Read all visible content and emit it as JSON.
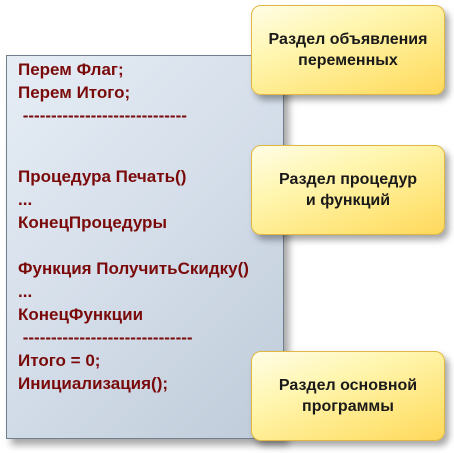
{
  "code": {
    "lines": [
      "Перем Флаг;",
      "Перем Итого;",
      " -----------------------------",
      "",
      "Процедура Печать()",
      "...",
      "КонецПроцедуры",
      "",
      "Функция ПолучитьСкидку()",
      "...",
      "КонецФункции",
      " ------------------------------",
      "Итого = 0;",
      "Инициализация();"
    ]
  },
  "callouts": [
    {
      "label": "Раздел объявления\nпеременных"
    },
    {
      "label": "Раздел процедур\nи функций"
    },
    {
      "label": "Раздел основной\nпрограммы"
    }
  ],
  "colors": {
    "code_text": "#7a0a0a",
    "panel_fill": "#d2dce8",
    "callout_fill": "#ffe57a",
    "callout_text": "#1a1a1a"
  }
}
